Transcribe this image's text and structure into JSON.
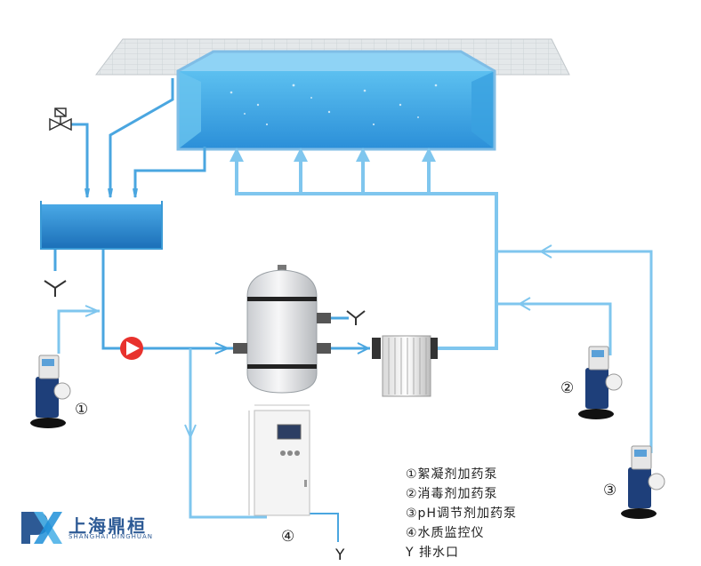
{
  "legend": [
    "①絮凝剂加药泵",
    "②消毒剂加药泵",
    "③pH调节剂加药泵",
    "④水质监控仪",
    "Y  排水口"
  ],
  "labels": {
    "pump1": "①",
    "pump2": "②",
    "pump3": "③",
    "monitor": "④",
    "drain": "Y"
  },
  "logo": {
    "cn": "上海鼎桓",
    "en": "SHANGHAI DINGHUAN"
  },
  "colors": {
    "pipe": "#7fc6ee",
    "pipe_dark": "#3a9ad6",
    "water": "#2a8fd6",
    "pump_red": "#e8322d",
    "logo_blue": "#2d5a95"
  }
}
